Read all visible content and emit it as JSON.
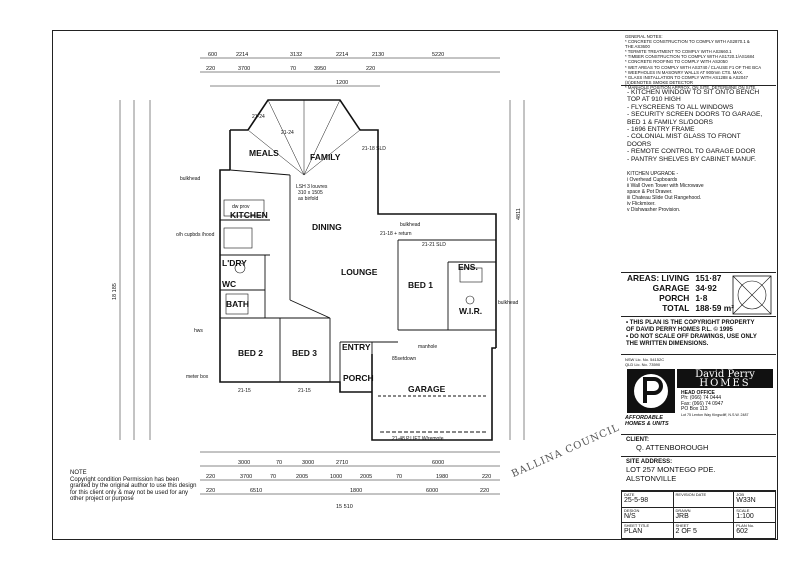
{
  "general_notes": {
    "heading": "GENERAL NOTES:",
    "lines": [
      "* CONCRETE CONSTRUCTION TO COMPLY WITH AS2870.1 &",
      "  THE AS3600",
      "* TERMITE TREATMENT TO COMPLY WITH AS3660.1",
      "* TIMBER CONSTRUCTION TO COMPLY WITH AS1720.1/AS1684",
      "* CONCRETE ROOFING TO COMPLY WITH AS2050",
      "* WET AREAS TO COMPLY WITH AS3740 / CLAUSE F1 OF THE BCA",
      "* WEEPHOLES IN MASONRY WALLS AT 900mm CTS. MAX.",
      "* GLASS INSTALLATION TO COMPLY WITH AS1288 & AS2047",
      "(S)DENOTES SMOKE DETECTOR",
      "* MANHOLE POSITION APPROX. ON SITE, DETERMINE ON SITE."
    ]
  },
  "notes": {
    "lines": [
      "- KITCHEN WINDOW TO SIT ONTO BENCH",
      "  TOP AT 910 HIGH",
      "- FLYSCREENS TO ALL WINDOWS",
      "- SECURITY SCREEN DOORS TO GARAGE,",
      "  BED 1 & FAMILY SL/DOORS",
      "- 1696 ENTRY FRAME",
      "- COLONIAL MIST GLASS TO FRONT",
      "  DOORS",
      "- REMOTE CONTROL TO GARAGE DOOR",
      "- PANTRY SHELVES BY CABINET MANUF."
    ],
    "kitchen_heading": "KITCHEN UPGRADE -",
    "kitchen_lines": [
      "i   Overhead Cupboards",
      "ii  Wall Oven Tower with Microwave",
      "     space & Pot Drawer.",
      "iii Chateau Slide Out Rangehood.",
      "iv  Flickmixer.",
      "v   Dishwasher Provision."
    ]
  },
  "areas": {
    "rows": [
      {
        "name": "AREAS: LIVING",
        "value": "151·87"
      },
      {
        "name": "GARAGE",
        "value": "34·92"
      },
      {
        "name": "PORCH",
        "value": "1·8"
      },
      {
        "name": "TOTAL",
        "value": "188·59 m²"
      }
    ]
  },
  "copyright_notes": {
    "lines": [
      "• THIS PLAN IS THE COPYRIGHT PROPERTY",
      "  OF DAVID PERRY HOMES P.L. © 1995",
      "• DO NOT SCALE OFF DRAWINGS, USE ONLY",
      "  THE WRITTEN DIMENSIONS."
    ]
  },
  "company": {
    "lic": "NSW Lic. No. 54152C",
    "lic2": "QLD Lic. No. 73590",
    "name1": "David Perry",
    "name2": "HOMES",
    "head_office": "HEAD OFFICE",
    "ph": "Ph: (066) 74 0444",
    "fax": "Fax: (066) 74 0947",
    "po": "PO Box 113",
    "address": "Lot 75 Lenton Way Kingscliff, N.S.W. 2487",
    "tagline1": "AFFORDABLE",
    "tagline2": "HOMES & UNITS"
  },
  "client": {
    "label": "CLIENT:",
    "name": "Q. ATTENBOROUGH"
  },
  "site": {
    "label": "SITE ADDRESS:",
    "line1": "LOT 257 MONTEGO PDE.",
    "line2": "ALSTONVILLE"
  },
  "title_block": {
    "date_label": "DATE",
    "date": "25-5-98",
    "revision_label": "REVISION DATE",
    "revision": "",
    "job_label": "JOB",
    "job": "W33N",
    "design_label": "DESIGN",
    "design": "N/S",
    "drawn_label": "DRAWN",
    "drawn": "JRB",
    "scale_label": "SCALE",
    "scale": "1:100",
    "sheet_title_label": "SHEET TITLE",
    "sheet_title": "PLAN",
    "sheet_label": "SHEET",
    "sheet": "2 OF 5",
    "plan_no_label": "PLAN No.",
    "plan_no": "602"
  },
  "left_note": {
    "heading": "NOTE",
    "text": "Copyright condition Permission has been granted by the original author to use this design for this client only & may not be used for any other project or purpose"
  },
  "stamp": "BALLINA COUNCIL",
  "rooms": {
    "meals": "MEALS",
    "family": "FAMILY",
    "kitchen": "KITCHEN",
    "dining": "DINING",
    "lounge": "LOUNGE",
    "bed1": "BED 1",
    "ens": "ENS.",
    "wir": "W.I.R.",
    "ldry": "L'DRY",
    "wc": "WC",
    "bath": "BATH",
    "bed2": "BED 2",
    "bed3": "BED 3",
    "entry": "ENTRY",
    "porch": "PORCH",
    "garage": "GARAGE"
  },
  "annotations": {
    "bulkhead1": "bulkhead",
    "bulkhead2": "bulkhead",
    "bulkhead3": "bulkhead",
    "lsh": "LSH 3 louvres",
    "lsh2": "310 x 1505",
    "lsh3": "as birfold",
    "return": "21-18 + return",
    "sld": "21-21 SLD",
    "manhole": "manhole",
    "setdown": "85setdown",
    "lift": "21-48 P.LIFT W/remote",
    "hws": "hws",
    "meter": "meter box",
    "dwprov": "dw prov",
    "ohcup": "o/h cupbds /hood",
    "window1": "21-24",
    "window2": "21-24",
    "sld2": "21-18 SLD",
    "w3": "21-15",
    "w4": "21-15"
  },
  "dimensions": {
    "top1": [
      "600",
      "2214",
      "3132",
      "2214",
      "2130",
      "5220"
    ],
    "top2": [
      "220",
      "3700",
      "70",
      "3950",
      "220"
    ],
    "top3": "1200",
    "bottom1": [
      "3000",
      "70",
      "3000",
      "2710",
      "6000"
    ],
    "bottom2": [
      "220",
      "3700",
      "70",
      "2005",
      "1000",
      "2005",
      "70",
      "1980",
      "220"
    ],
    "bottom3": [
      "220",
      "6510",
      "1800",
      "6000",
      "220"
    ],
    "bottom_total": "15 510",
    "left_total": "18 185",
    "right_total": "4811"
  }
}
